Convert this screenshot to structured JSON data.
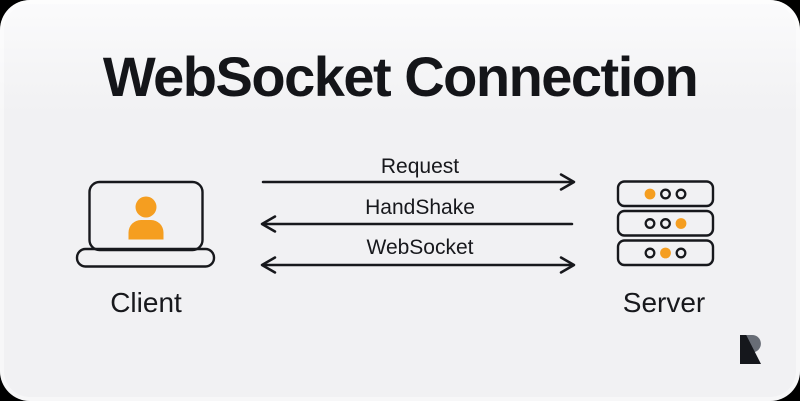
{
  "title": "WebSocket Connection",
  "diagram": {
    "client": {
      "label": "Client",
      "icon": "laptop-user-icon"
    },
    "server": {
      "label": "Server",
      "icon": "server-rack-icon",
      "led_pattern": [
        [
          "on",
          "off",
          "off"
        ],
        [
          "off",
          "off",
          "on"
        ],
        [
          "off",
          "on",
          "off"
        ]
      ]
    },
    "arrows": [
      {
        "label": "Request",
        "direction": "left-to-right"
      },
      {
        "label": "HandShake",
        "direction": "right-to-left"
      },
      {
        "label": "WebSocket",
        "direction": "bidirectional"
      }
    ]
  },
  "branding": {
    "logo": "roadmap-r-logo-icon"
  },
  "colors": {
    "page_bg": "#000000",
    "card_bg": "#f1f1f3",
    "ink": "#17181c",
    "accent_orange": "#F59E20",
    "logo_gray": "#686d76",
    "logo_black": "#15171c"
  }
}
